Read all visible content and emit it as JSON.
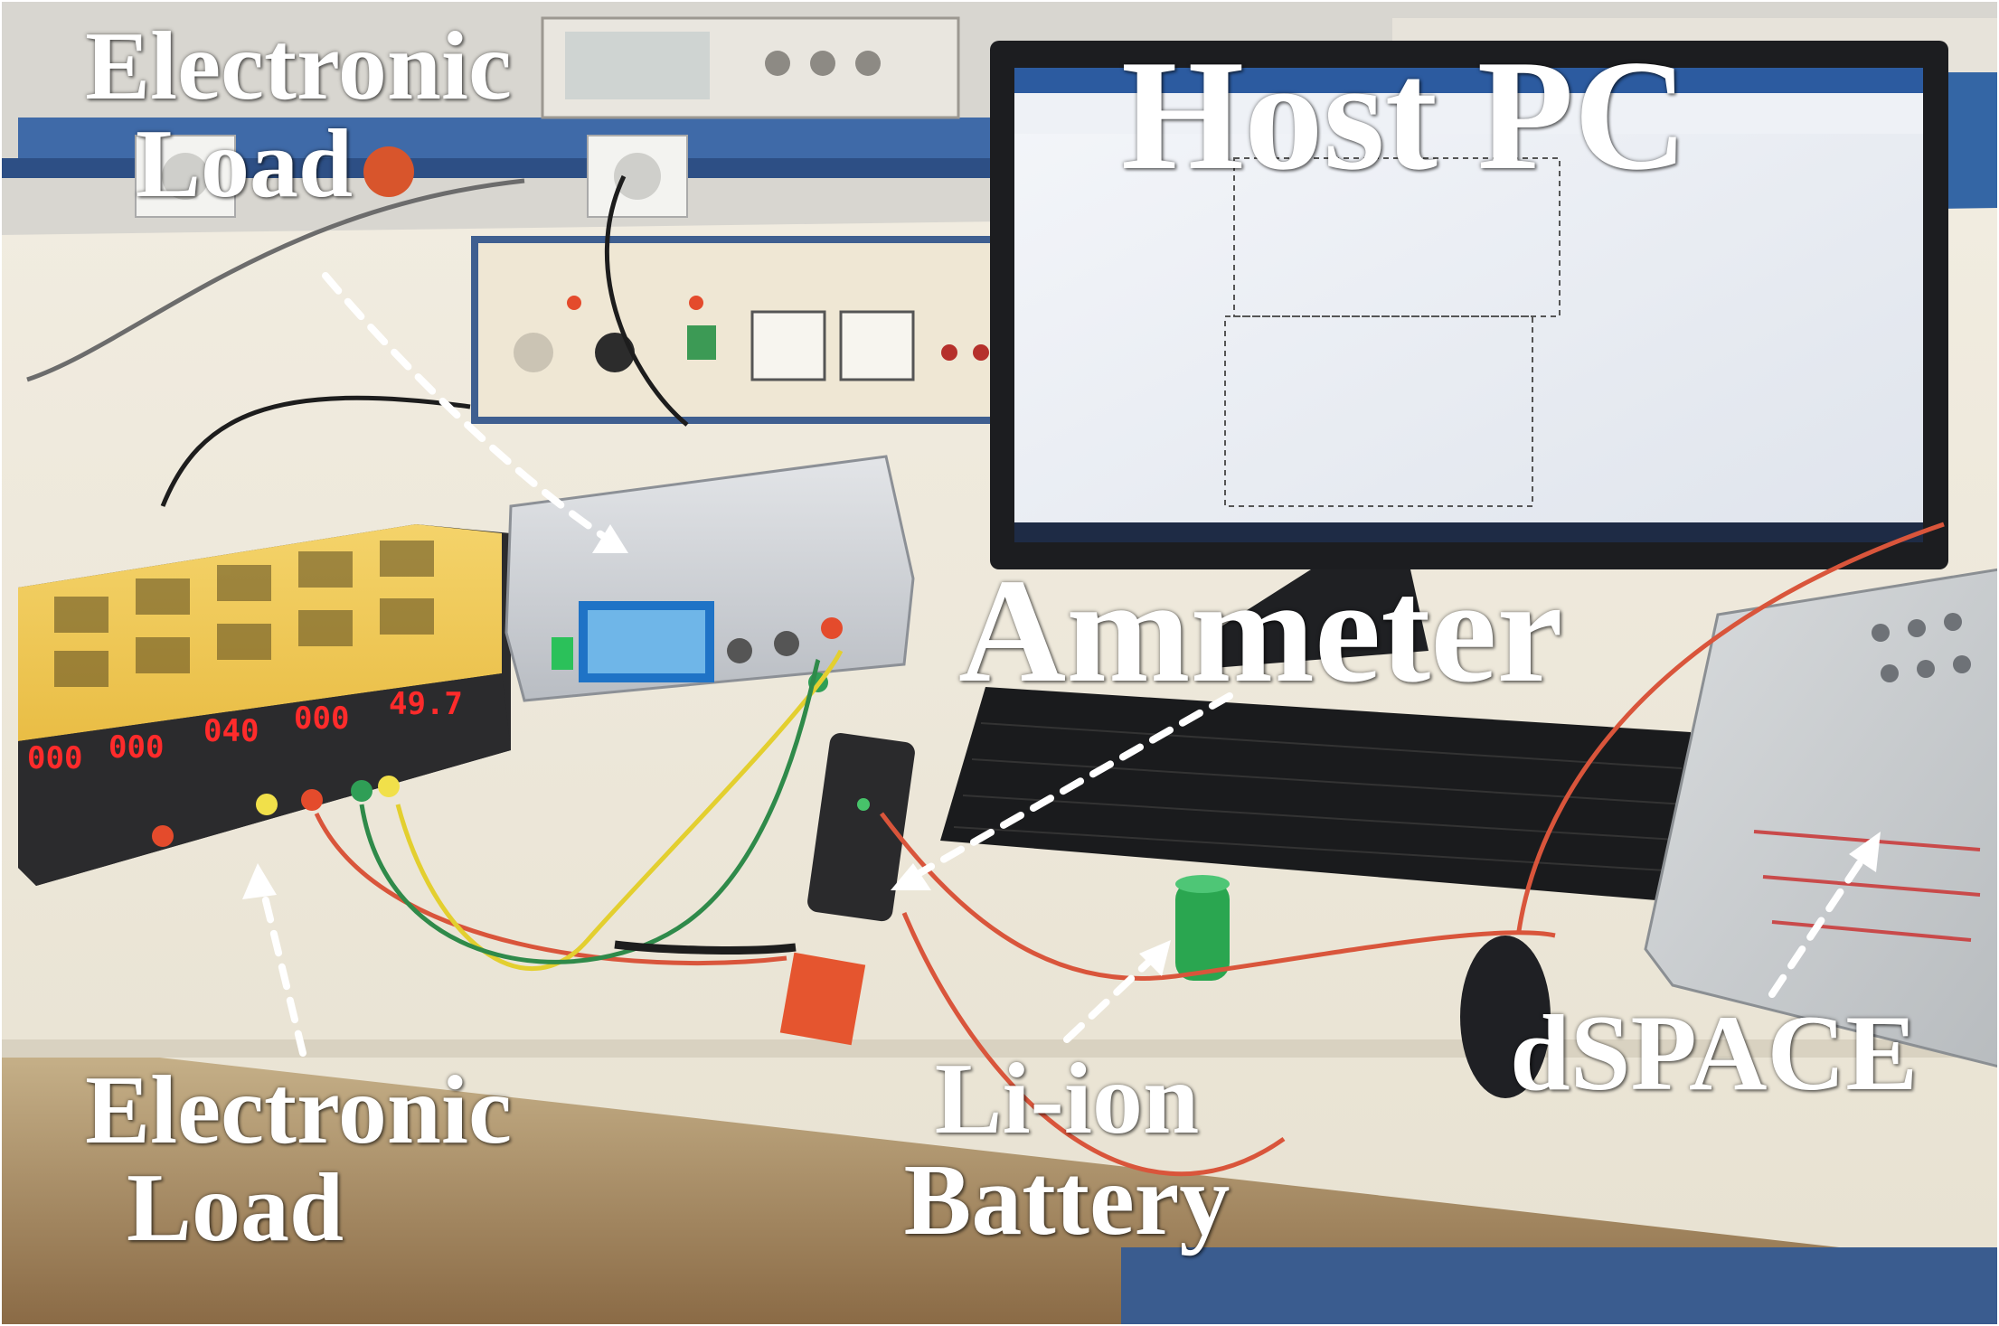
{
  "labels": {
    "host_pc": "Host PC",
    "electronic_load_top": {
      "line1": "Electronic",
      "line2": "Load"
    },
    "electronic_load_bottom": {
      "line1": "Electronic",
      "line2": "Load"
    },
    "ammeter": "Ammeter",
    "battery": {
      "line1": "Li-ion",
      "line2": "Battery"
    },
    "dspace": "dSPACE"
  },
  "load_display_1": {
    "d1": "000",
    "d2": "000"
  },
  "load_display_2": {
    "d1": "040",
    "d2": "000",
    "d3": "49.7"
  }
}
